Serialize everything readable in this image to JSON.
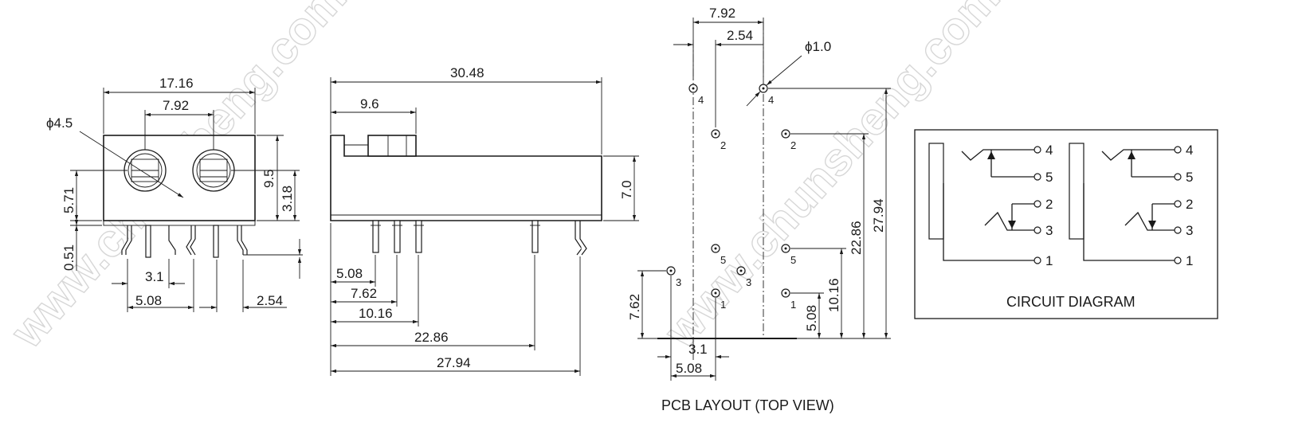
{
  "watermark": "www.chunsheng.com",
  "front_view": {
    "overall_width": "17.16",
    "hole_pitch": "7.92",
    "hole_diameter": "ϕ4.5",
    "height_95": "9.5",
    "height_318": "3.18",
    "height_571": "5.71",
    "offset_051": "0.51",
    "pin_31": "3.1",
    "pin_508": "5.08",
    "pin_254": "2.54"
  },
  "side_view": {
    "length": "30.48",
    "step": "9.6",
    "height": "7.0",
    "pos_508": "5.08",
    "pos_762": "7.62",
    "pos_1016": "10.16",
    "pos_2286": "22.86",
    "pos_2794": "27.94"
  },
  "pcb_layout": {
    "top_792": "7.92",
    "top_254": "2.54",
    "hole_diameter": "ϕ1.0",
    "right_2286": "22.86",
    "right_2794": "27.94",
    "right_1016": "10.16",
    "right_508": "5.08",
    "left_762": "7.62",
    "bottom_31": "3.1",
    "bottom_508": "5.08",
    "pins": {
      "p4a": "4",
      "p4b": "4",
      "p2a": "2",
      "p2b": "2",
      "p5a": "5",
      "p5b": "5",
      "p3a": "3",
      "p3b": "3",
      "p1a": "1",
      "p1b": "1"
    },
    "caption": "PCB LAYOUT (TOP VIEW)"
  },
  "circuit": {
    "left_pins": [
      "4",
      "5",
      "2",
      "3",
      "1"
    ],
    "right_pins": [
      "4",
      "5",
      "2",
      "3",
      "1"
    ],
    "caption": "CIRCUIT DIAGRAM"
  }
}
